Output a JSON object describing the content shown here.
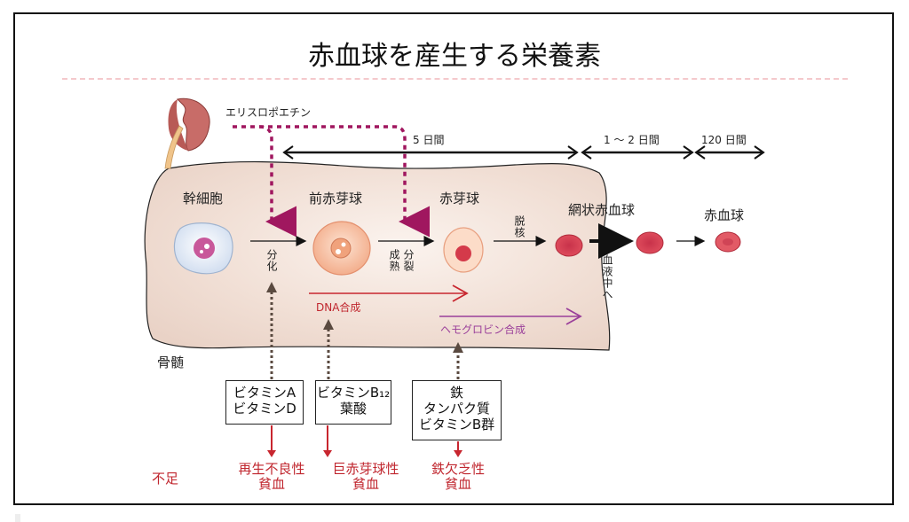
{
  "title": "赤血球を産生する栄養素",
  "hormone": {
    "label": "エリスロポエチン"
  },
  "durations": [
    {
      "label": "5 日間"
    },
    {
      "label": "1 ～ 2 日間"
    },
    {
      "label": "120 日間"
    }
  ],
  "stages": [
    {
      "label": "幹細胞"
    },
    {
      "label": "前赤芽球"
    },
    {
      "label": "赤芽球"
    },
    {
      "label": "網状赤血球"
    },
    {
      "label": "赤血球"
    }
  ],
  "transitions": {
    "differentiation": "分化",
    "division": "分裂",
    "maturation": "成熟",
    "enucleation": "脱核",
    "to_blood": "血液中へ"
  },
  "processes": {
    "dna": "DNA合成",
    "hemoglobin": "ヘモグロビン合成"
  },
  "bone_marrow_label": "骨髄",
  "nutrients": [
    {
      "lines": [
        "ビタミンA",
        "ビタミンD"
      ]
    },
    {
      "lines": [
        "ビタミンB₁₂",
        "葉酸"
      ]
    },
    {
      "lines": [
        "鉄",
        "タンパク質",
        "ビタミンB群"
      ]
    }
  ],
  "deficiency_label": "不足",
  "anemias": [
    {
      "lines": [
        "再生不良性",
        "貧血"
      ]
    },
    {
      "lines": [
        "巨赤芽球性",
        "貧血"
      ]
    },
    {
      "lines": [
        "鉄欠乏性",
        "貧血"
      ]
    }
  ],
  "colors": {
    "marrow": "#f2e1d8",
    "epo_arrow": "#a0175f",
    "dna_arrow": "#c8262f",
    "hemoglobin_arrow": "#9a3f9a",
    "deficiency_red": "#c0262e",
    "nutrient_arrow": "#5a4a40"
  }
}
